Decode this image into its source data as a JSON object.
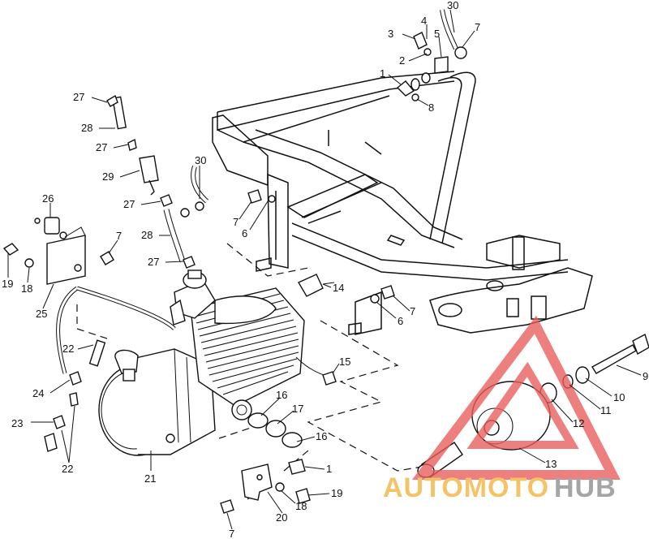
{
  "diagram": {
    "callouts": [
      {
        "label": "30"
      },
      {
        "label": "4"
      },
      {
        "label": "3"
      },
      {
        "label": "5"
      },
      {
        "label": "7"
      },
      {
        "label": "2"
      },
      {
        "label": "1"
      },
      {
        "label": "8"
      },
      {
        "label": "27"
      },
      {
        "label": "28"
      },
      {
        "label": "27"
      },
      {
        "label": "29"
      },
      {
        "label": "30"
      },
      {
        "label": "27"
      },
      {
        "label": "7"
      },
      {
        "label": "6"
      },
      {
        "label": "26"
      },
      {
        "label": "7"
      },
      {
        "label": "28"
      },
      {
        "label": "19"
      },
      {
        "label": "18"
      },
      {
        "label": "27"
      },
      {
        "label": "25"
      },
      {
        "label": "14"
      },
      {
        "label": "7"
      },
      {
        "label": "6"
      },
      {
        "label": "22"
      },
      {
        "label": "9"
      },
      {
        "label": "15"
      },
      {
        "label": "24"
      },
      {
        "label": "10"
      },
      {
        "label": "11"
      },
      {
        "label": "16"
      },
      {
        "label": "17"
      },
      {
        "label": "12"
      },
      {
        "label": "23"
      },
      {
        "label": "16"
      },
      {
        "label": "21"
      },
      {
        "label": "22"
      },
      {
        "label": "13"
      },
      {
        "label": "1"
      },
      {
        "label": "19"
      },
      {
        "label": "18"
      },
      {
        "label": "20"
      },
      {
        "label": "7"
      }
    ]
  },
  "watermark": {
    "part1": "AUTOMOTO",
    "part2": "HUB",
    "color_primary": "#f2b33d",
    "color_secondary": "#8c8c8c",
    "triangle_color": "#e85c5c"
  }
}
